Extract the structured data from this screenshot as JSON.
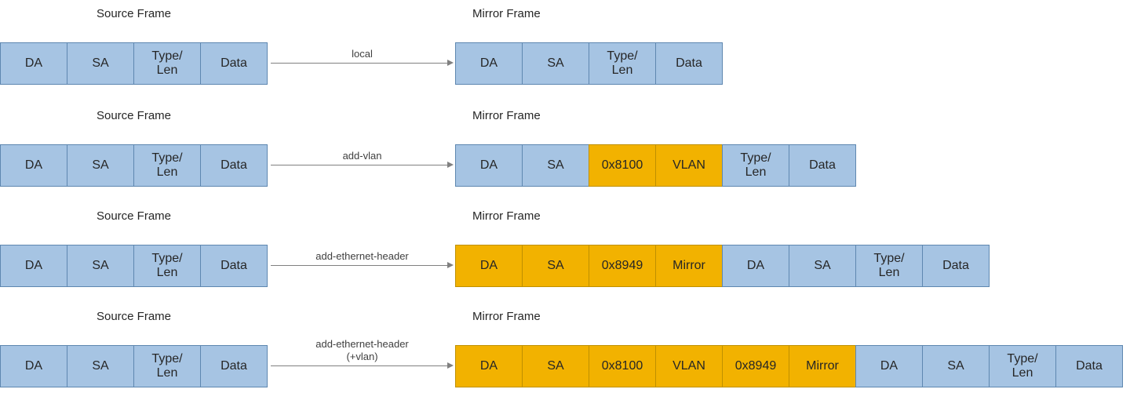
{
  "colors": {
    "blue_fill": "#A6C4E3",
    "blue_border": "#5E87B0",
    "gold_fill": "#F2B200",
    "gold_border": "#BF9000",
    "arrow": "#808080"
  },
  "rows": [
    {
      "source_title": "Source Frame",
      "mirror_title": "Mirror Frame",
      "arrow_label": "local",
      "source_cells": [
        {
          "text": "DA",
          "style": "blue"
        },
        {
          "text": "SA",
          "style": "blue"
        },
        {
          "text": "Type/\nLen",
          "style": "blue"
        },
        {
          "text": "Data",
          "style": "blue"
        }
      ],
      "mirror_cells": [
        {
          "text": "DA",
          "style": "blue"
        },
        {
          "text": "SA",
          "style": "blue"
        },
        {
          "text": "Type/\nLen",
          "style": "blue"
        },
        {
          "text": "Data",
          "style": "blue"
        }
      ]
    },
    {
      "source_title": "Source Frame",
      "mirror_title": "Mirror Frame",
      "arrow_label": "add-vlan",
      "source_cells": [
        {
          "text": "DA",
          "style": "blue"
        },
        {
          "text": "SA",
          "style": "blue"
        },
        {
          "text": "Type/\nLen",
          "style": "blue"
        },
        {
          "text": "Data",
          "style": "blue"
        }
      ],
      "mirror_cells": [
        {
          "text": "DA",
          "style": "blue"
        },
        {
          "text": "SA",
          "style": "blue"
        },
        {
          "text": "0x8100",
          "style": "gold"
        },
        {
          "text": "VLAN",
          "style": "gold"
        },
        {
          "text": "Type/\nLen",
          "style": "blue"
        },
        {
          "text": "Data",
          "style": "blue"
        }
      ]
    },
    {
      "source_title": "Source Frame",
      "mirror_title": "Mirror Frame",
      "arrow_label": "add-ethernet-header",
      "source_cells": [
        {
          "text": "DA",
          "style": "blue"
        },
        {
          "text": "SA",
          "style": "blue"
        },
        {
          "text": "Type/\nLen",
          "style": "blue"
        },
        {
          "text": "Data",
          "style": "blue"
        }
      ],
      "mirror_cells": [
        {
          "text": "DA",
          "style": "gold"
        },
        {
          "text": "SA",
          "style": "gold"
        },
        {
          "text": "0x8949",
          "style": "gold"
        },
        {
          "text": "Mirror",
          "style": "gold"
        },
        {
          "text": "DA",
          "style": "blue"
        },
        {
          "text": "SA",
          "style": "blue"
        },
        {
          "text": "Type/\nLen",
          "style": "blue"
        },
        {
          "text": "Data",
          "style": "blue"
        }
      ]
    },
    {
      "source_title": "Source Frame",
      "mirror_title": "Mirror Frame",
      "arrow_label": "add-ethernet-header\n(+vlan)",
      "source_cells": [
        {
          "text": "DA",
          "style": "blue"
        },
        {
          "text": "SA",
          "style": "blue"
        },
        {
          "text": "Type/\nLen",
          "style": "blue"
        },
        {
          "text": "Data",
          "style": "blue"
        }
      ],
      "mirror_cells": [
        {
          "text": "DA",
          "style": "gold"
        },
        {
          "text": "SA",
          "style": "gold"
        },
        {
          "text": "0x8100",
          "style": "gold"
        },
        {
          "text": "VLAN",
          "style": "gold"
        },
        {
          "text": "0x8949",
          "style": "gold"
        },
        {
          "text": "Mirror",
          "style": "gold"
        },
        {
          "text": "DA",
          "style": "blue"
        },
        {
          "text": "SA",
          "style": "blue"
        },
        {
          "text": "Type/\nLen",
          "style": "blue"
        },
        {
          "text": "Data",
          "style": "blue"
        }
      ]
    }
  ]
}
